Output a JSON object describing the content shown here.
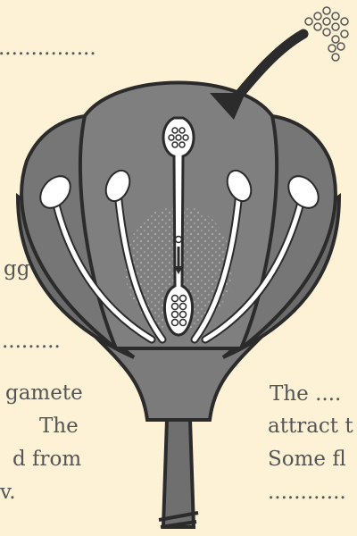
{
  "left_column": {
    "line_top": "...............",
    "line_egg": "gg",
    "line_dots": ".........",
    "line_gamete": "gamete",
    "line_the": "The",
    "line_from": "d  from",
    "line_end": "v."
  },
  "right_column": {
    "line_the": "The  ....",
    "line_attract": "attract t",
    "line_some": "Some fl",
    "line_dots": "............"
  },
  "colors": {
    "background": "#fdf2d6",
    "petal": "#737373",
    "outline": "#2b2b2b",
    "light": "#ffffff",
    "arrow": "#2b2b2b"
  }
}
